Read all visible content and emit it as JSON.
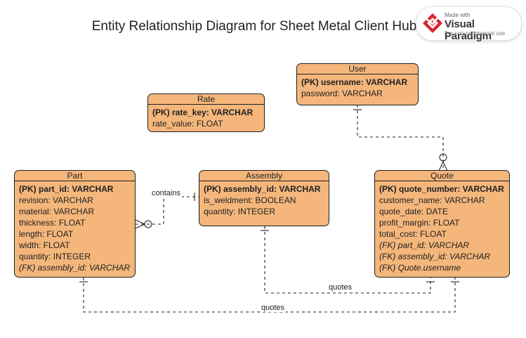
{
  "title": "Entity Relationship Diagram for Sheet Metal Client Hub",
  "badge": {
    "made_with": "Made with",
    "name": "Visual Paradigm",
    "note": "For non-commercial use",
    "icon": "visual-paradigm-logo"
  },
  "colors": {
    "entity_fill": "#f4b67b",
    "entity_border": "#1f1f1f",
    "badge_red": "#d9232d"
  },
  "entities": {
    "user": {
      "name": "User",
      "attributes": [
        {
          "text": "(PK) username: VARCHAR",
          "kind": "pk"
        },
        {
          "text": "password: VARCHAR",
          "kind": "plain"
        }
      ]
    },
    "rate": {
      "name": "Rate",
      "attributes": [
        {
          "text": "(PK) rate_key: VARCHAR",
          "kind": "pk"
        },
        {
          "text": "rate_value: FLOAT",
          "kind": "plain"
        }
      ]
    },
    "part": {
      "name": "Part",
      "attributes": [
        {
          "text": "(PK) part_id: VARCHAR",
          "kind": "pk"
        },
        {
          "text": "revision: VARCHAR",
          "kind": "plain"
        },
        {
          "text": "material: VARCHAR",
          "kind": "plain"
        },
        {
          "text": "thickness: FLOAT",
          "kind": "plain"
        },
        {
          "text": "length: FLOAT",
          "kind": "plain"
        },
        {
          "text": "width: FLOAT",
          "kind": "plain"
        },
        {
          "text": "quantity: INTEGER",
          "kind": "plain"
        },
        {
          "text": "(FK) assembly_id: VARCHAR",
          "kind": "fk"
        }
      ]
    },
    "assembly": {
      "name": "Assembly",
      "attributes": [
        {
          "text": "(PK) assembly_id: VARCHAR",
          "kind": "pk"
        },
        {
          "text": "is_weldment: BOOLEAN",
          "kind": "plain"
        },
        {
          "text": "quantity: INTEGER",
          "kind": "plain"
        }
      ]
    },
    "quote": {
      "name": "Quote",
      "attributes": [
        {
          "text": "(PK) quote_number: VARCHAR",
          "kind": "pk"
        },
        {
          "text": "customer_name: VARCHAR",
          "kind": "plain"
        },
        {
          "text": "quote_date: DATE",
          "kind": "plain"
        },
        {
          "text": "profit_margin: FLOAT",
          "kind": "plain"
        },
        {
          "text": "total_cost: FLOAT",
          "kind": "plain"
        },
        {
          "text": "(FK) part_id: VARCHAR",
          "kind": "fk"
        },
        {
          "text": "(FK) assembly_id: VARCHAR",
          "kind": "fk"
        },
        {
          "text": "(FK) Quote.username",
          "kind": "fk"
        }
      ]
    }
  },
  "relationships": {
    "part_assembly": {
      "label": "contains"
    },
    "user_quote": {
      "label": ""
    },
    "assembly_quote": {
      "label": "quotes"
    },
    "part_quote": {
      "label": "quotes"
    }
  }
}
